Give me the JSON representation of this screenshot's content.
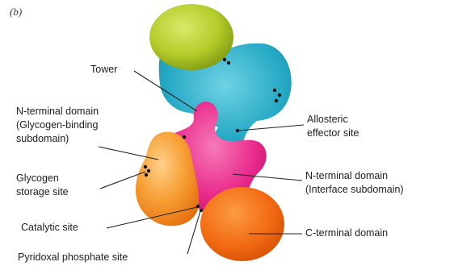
{
  "panel_label": "(b)",
  "labels": {
    "tower": "Tower",
    "n_terminal_glycogen_line1": "N-terminal domain",
    "n_terminal_glycogen_line2": "(Glycogen-binding",
    "n_terminal_glycogen_line3": "subdomain)",
    "glycogen_storage_line1": "Glycogen",
    "glycogen_storage_line2": "storage site",
    "catalytic_site": "Catalytic site",
    "pyridoxal_site": "Pyridoxal phosphate site",
    "allosteric_line1": "Allosteric",
    "allosteric_line2": "effector site",
    "n_terminal_interface_line1": "N-terminal domain",
    "n_terminal_interface_line2": "(Interface subdomain)",
    "c_terminal": "C-terminal domain"
  },
  "colors": {
    "yellow_green_domain": "#b4cc2a",
    "cyan_domain": "#25a8c4",
    "magenta_domain": "#e8288a",
    "orange_domain": "#f38a1c",
    "c_terminal_orange": "#f26a12",
    "site_dots": "#111111",
    "leader_lines": "#222222"
  }
}
